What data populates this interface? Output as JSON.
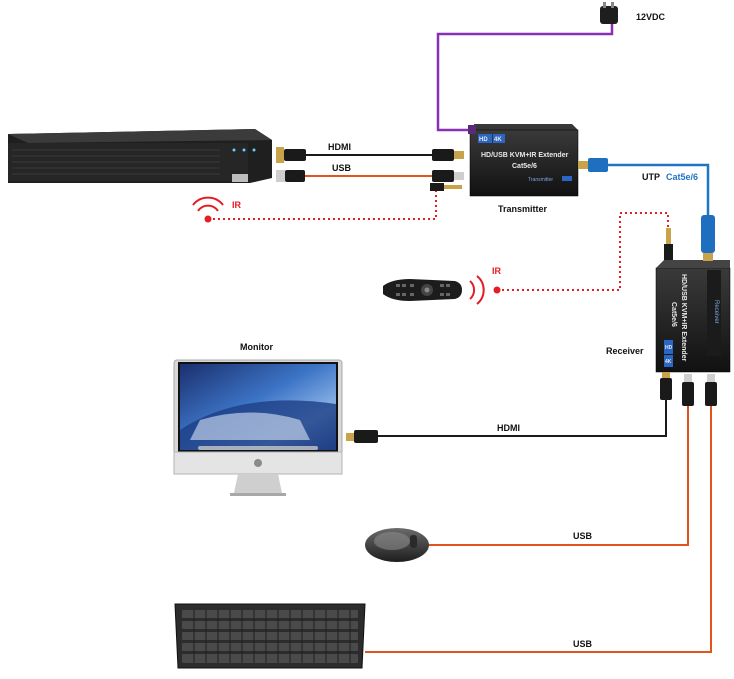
{
  "labels": {
    "power": "12VDC",
    "hdmi_top": "HDMI",
    "usb_top": "USB",
    "ir_left": "IR",
    "ir_remote": "IR",
    "transmitter": "Transmitter",
    "receiver": "Receiver",
    "utp_prefix": "UTP",
    "utp_cable": "Cat5e/6",
    "monitor": "Monitor",
    "hdmi_bottom": "HDMI",
    "usb_mouse": "USB",
    "usb_keyboard": "USB"
  },
  "transmitter_box": {
    "badge_hd": "HD",
    "badge_4k": "4K",
    "title": "HD/USB KVM+IR Extender",
    "cable": "Cat5e/6",
    "side_text": "Transmitter"
  },
  "receiver_box": {
    "badge_hd": "HD",
    "badge_4k": "4K",
    "title": "HD/USB KVM+IR Extender",
    "cable": "Cat5e/6",
    "side_text": "Receiver"
  },
  "colors": {
    "hdmi_cable": "#1a1a1a",
    "usb_cable": "#e0541e",
    "ir_line": "#e31e24",
    "power_cable": "#8b2fb5",
    "utp_cable": "#1f75c4"
  },
  "icons": [
    "dvr-device",
    "power-adapter-icon",
    "ir-signal-icon",
    "remote-control",
    "monitor",
    "mouse",
    "keyboard"
  ]
}
